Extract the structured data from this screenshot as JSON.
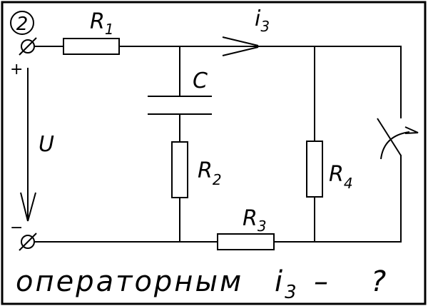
{
  "problem_number": "2",
  "labels": {
    "R1": {
      "main": "R",
      "sub": "1"
    },
    "R2": {
      "main": "R",
      "sub": "2"
    },
    "R3": {
      "main": "R",
      "sub": "3"
    },
    "R4": {
      "main": "R",
      "sub": "4"
    },
    "C": "C",
    "U": "U",
    "current": {
      "main": "i",
      "sub": "3"
    },
    "plus": "+",
    "minus": "−"
  },
  "caption": {
    "method": "операторным",
    "unknown_main": "i",
    "unknown_sub": "3",
    "dash": "–",
    "question": "?"
  }
}
